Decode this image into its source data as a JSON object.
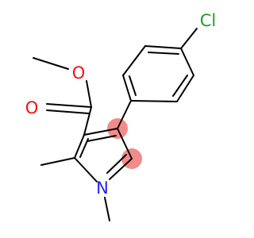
{
  "molecule": {
    "atoms": {
      "oxygen_ester": "O",
      "oxygen_carbonyl": "O",
      "chlorine": "Cl",
      "nitrogen": "N"
    },
    "colors": {
      "oxygen": "#ff0d0d",
      "chlorine": "#1fa01f",
      "nitrogen": "#2020ff",
      "highlight": "#f48b8b",
      "bond": "#000000"
    }
  }
}
